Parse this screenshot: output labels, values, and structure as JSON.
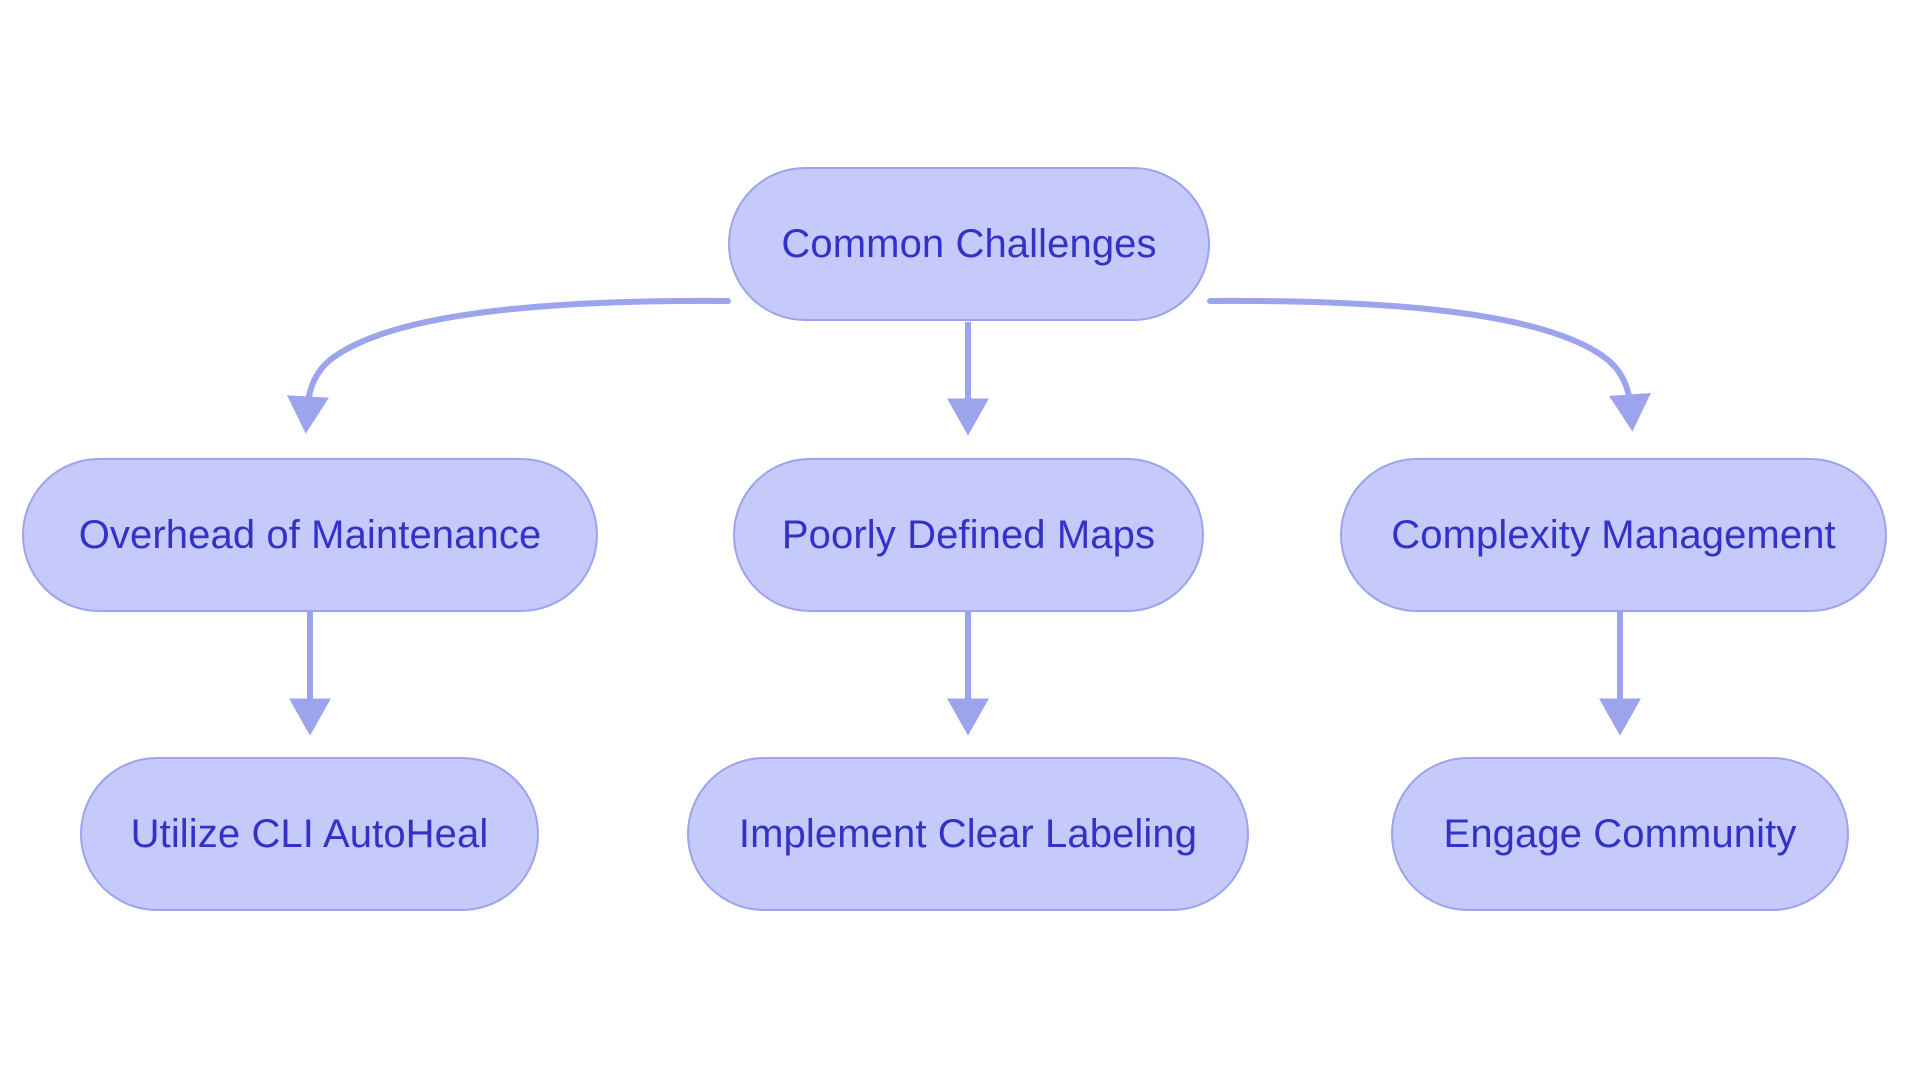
{
  "diagram": {
    "title": "Common Challenges",
    "type": "flowchart",
    "direction": "top-down",
    "background_color": "#ffffff",
    "node_fill_color": "#c5cafa",
    "node_border_color": "#9ba4ec",
    "node_text_color": "#3232c8",
    "edge_color": "#9ba4ec",
    "nodes": [
      {
        "id": "root",
        "label": "Common Challenges",
        "level": 1
      },
      {
        "id": "overhead",
        "label": "Overhead of Maintenance",
        "level": 2
      },
      {
        "id": "maps",
        "label": "Poorly Defined Maps",
        "level": 2
      },
      {
        "id": "complexity",
        "label": "Complexity Management",
        "level": 2
      },
      {
        "id": "autoheal",
        "label": "Utilize CLI AutoHeal",
        "level": 3
      },
      {
        "id": "labeling",
        "label": "Implement Clear Labeling",
        "level": 3
      },
      {
        "id": "community",
        "label": "Engage Community",
        "level": 3
      }
    ],
    "edges": [
      {
        "from": "root",
        "to": "overhead",
        "style": "curved",
        "arrow": "triangle"
      },
      {
        "from": "root",
        "to": "maps",
        "style": "straight",
        "arrow": "triangle"
      },
      {
        "from": "root",
        "to": "complexity",
        "style": "curved",
        "arrow": "triangle"
      },
      {
        "from": "overhead",
        "to": "autoheal",
        "style": "straight",
        "arrow": "triangle"
      },
      {
        "from": "maps",
        "to": "labeling",
        "style": "straight",
        "arrow": "triangle"
      },
      {
        "from": "complexity",
        "to": "community",
        "style": "straight",
        "arrow": "triangle"
      }
    ]
  }
}
